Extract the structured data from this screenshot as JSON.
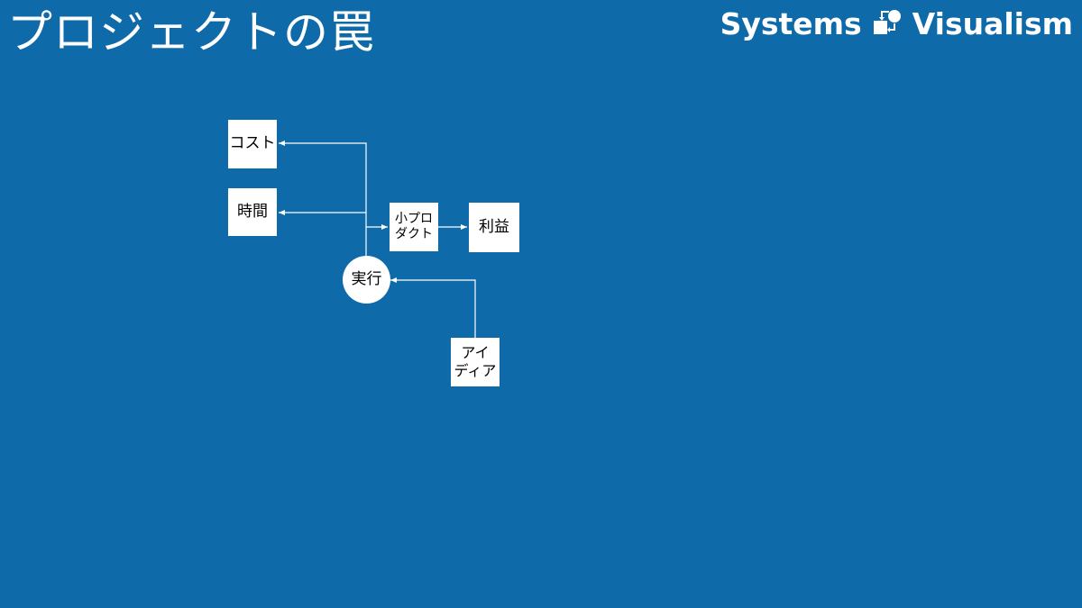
{
  "slide": {
    "title": "プロジェクトの罠"
  },
  "logo": {
    "text_left": "Systems",
    "text_right": "Visualism",
    "icon": "systems-visualism-logo-icon"
  },
  "diagram": {
    "nodes": {
      "cost": "コスト",
      "time": "時間",
      "product": "小プロ\nダクト",
      "profit": "利益",
      "execution": "実行",
      "idea": "アイ\nディア"
    }
  },
  "colors": {
    "background": "#0e6aa8",
    "foreground": "#ffffff",
    "text_on_node": "#000000"
  }
}
